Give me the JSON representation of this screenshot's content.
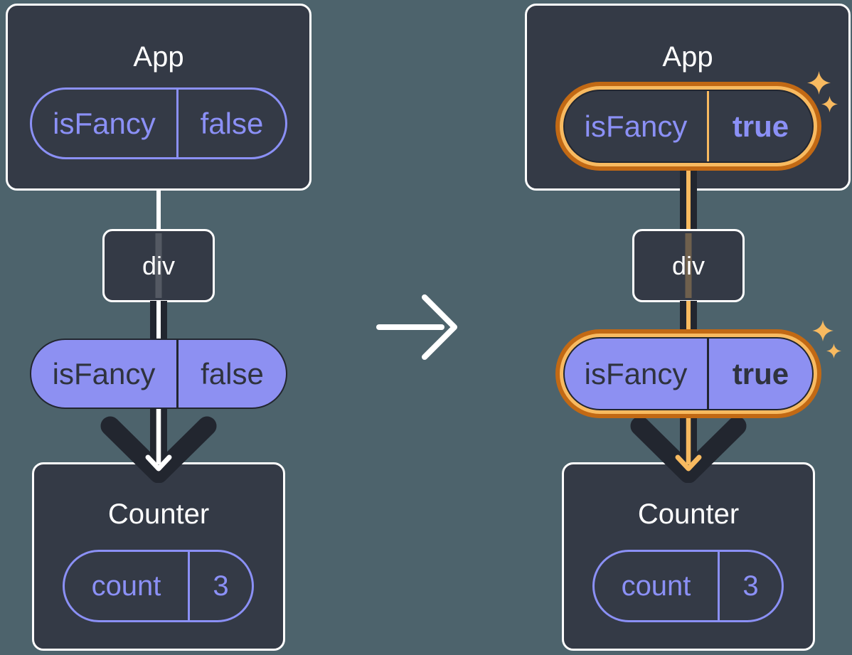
{
  "colors": {
    "background": "#4D636C",
    "node_fill": "#343A46",
    "node_border": "#FFFFFF",
    "purple_accent": "#8B90F6",
    "pill_fill": "#8D90F2",
    "ink_dark": "#22262F",
    "text_on_pill": "#2F333E",
    "orange_deep": "#C26914",
    "orange_light": "#F8BA60",
    "white": "#FFFFFF"
  },
  "left_tree": {
    "app": {
      "title": "App",
      "prop_name": "isFancy",
      "prop_value": "false"
    },
    "div": {
      "title": "div"
    },
    "passed_prop": {
      "name": "isFancy",
      "value": "false"
    },
    "counter": {
      "title": "Counter",
      "state_name": "count",
      "state_value": "3"
    }
  },
  "right_tree": {
    "app": {
      "title": "App",
      "prop_name": "isFancy",
      "prop_value": "true"
    },
    "div": {
      "title": "div"
    },
    "passed_prop": {
      "name": "isFancy",
      "value": "true"
    },
    "counter": {
      "title": "Counter",
      "state_name": "count",
      "state_value": "3"
    }
  },
  "icons": {
    "transition_arrow": "right-arrow",
    "prop_flow": "down-arrow",
    "highlight": "sparkles"
  }
}
